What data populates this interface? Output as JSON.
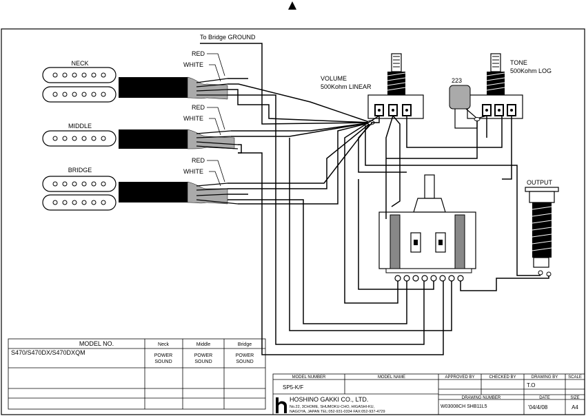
{
  "labels": {
    "to_bridge_ground": "To Bridge GROUND",
    "red": "RED",
    "white": "WHITE",
    "neck": "NECK",
    "middle": "MIDDLE",
    "bridge": "BRIDGE",
    "volume_title": "VOLUME",
    "volume_value": "500Kohm LINEAR",
    "tone_title": "TONE",
    "tone_value": "500Kohm LOG",
    "capacitor": "223",
    "output": "OUTPUT"
  },
  "model_table": {
    "header_model": "MODEL NO.",
    "header_neck": "Neck",
    "header_middle": "Middle",
    "header_bridge": "Bridge",
    "model": "S470/S470DX/S470DXQM",
    "neck_line1": "POWER",
    "neck_line2": "SOUND",
    "middle_line1": "POWER",
    "middle_line2": "SOUND",
    "bridge_line1": "POWER",
    "bridge_line2": "SOUND"
  },
  "title_block": {
    "model_number_head": "MODEL NUMBER",
    "model_name_head": "MODEL NAME",
    "approved_head": "APPROVED BY",
    "checked_head": "CHECKED BY",
    "drawing_by_head": "DRAWING BY",
    "scale_head": "SCALE",
    "model_number": "SP5-K/F",
    "drawing_by": "T.O",
    "company": "HOSHINO GAKKI CO., LTD.",
    "address1": "No.22, 3CHOME, SHUMOKU-CHO, HIGASHI-KU,",
    "address2": "NAGOYA, JAPAN    TEL:052-931-0334  FAX:052-937-4729",
    "drawing_number_head": "DRAWING NUMBER",
    "date_head": "DATE",
    "size_head": "SIZE",
    "drawing_number": "W03008CH SHB11L5",
    "date": "'04/4/08",
    "size": "A4"
  }
}
